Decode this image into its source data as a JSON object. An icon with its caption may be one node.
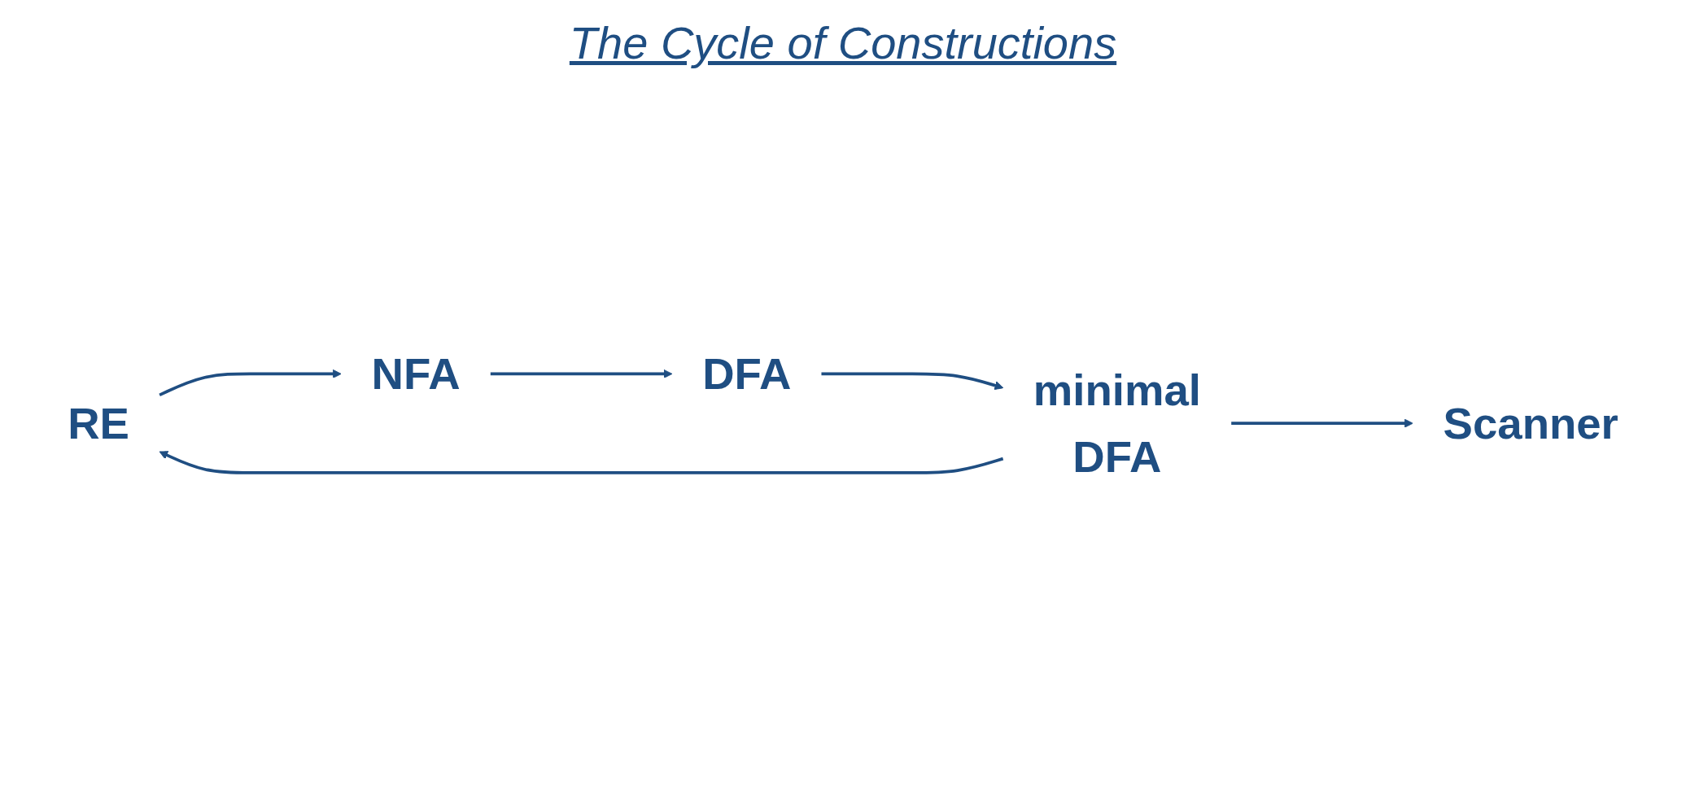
{
  "diagram": {
    "title": "The Cycle of Constructions",
    "nodes": [
      {
        "text": [
          "RE"
        ]
      },
      {
        "text": [
          "NFA"
        ]
      },
      {
        "text": [
          "DFA"
        ]
      },
      {
        "text": [
          "minimal",
          "DFA"
        ]
      },
      {
        "text": [
          "Scanner"
        ]
      }
    ],
    "edges": [
      {
        "from": 0,
        "to": 1,
        "arrow": "to"
      },
      {
        "from": 1,
        "to": 2,
        "arrow": "to"
      },
      {
        "from": 2,
        "to": 3,
        "arrow": "to"
      },
      {
        "from": 3,
        "to": 0,
        "arrow": "to"
      },
      {
        "from": 3,
        "to": 4,
        "arrow": "to"
      }
    ]
  }
}
